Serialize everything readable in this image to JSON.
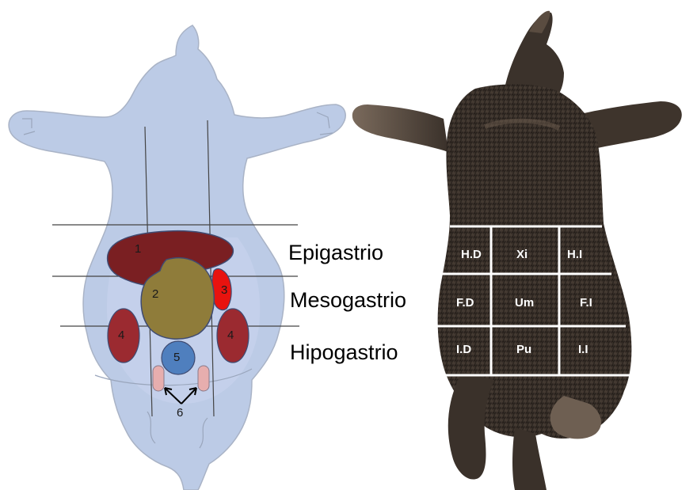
{
  "colors": {
    "background": "#ffffff",
    "silhouette_fill": "#bccbe6",
    "silhouette_inner": "#cbd6ee",
    "silhouette_stroke": "#a9b3c6",
    "guide_line": "#444444",
    "organ_1": "#7a1f22",
    "organ_2": "#8f7c3a",
    "organ_3": "#e8130f",
    "organ_4": "#9b2a30",
    "organ_5": "#4f7fbe",
    "organ_6": "#e7aeae",
    "fur_dark": "#2b2520",
    "fur_mid": "#4a3f36",
    "fur_light": "#7a6a5c",
    "grid_line": "#ffffff",
    "grid_text": "#ffffff"
  },
  "left_diagram": {
    "organs": [
      {
        "num": "1",
        "name": "organ-1"
      },
      {
        "num": "2",
        "name": "organ-2"
      },
      {
        "num": "3",
        "name": "organ-3"
      },
      {
        "num": "4",
        "name": "organ-4-left"
      },
      {
        "num": "4",
        "name": "organ-4-right"
      },
      {
        "num": "5",
        "name": "organ-5"
      },
      {
        "num": "6",
        "name": "organ-6"
      }
    ]
  },
  "region_labels": {
    "epigastrio": "Epigastrio",
    "mesogastrio": "Mesogastrio",
    "hipogastrio": "Hipogastrio"
  },
  "grid": {
    "rows": [
      [
        "H.D",
        "Xi",
        "H.I"
      ],
      [
        "F.D",
        "Um",
        "F.I"
      ],
      [
        "I.D",
        "Pu",
        "I.I"
      ]
    ]
  },
  "icons": {
    "arrows": "double-arrow-icon"
  }
}
